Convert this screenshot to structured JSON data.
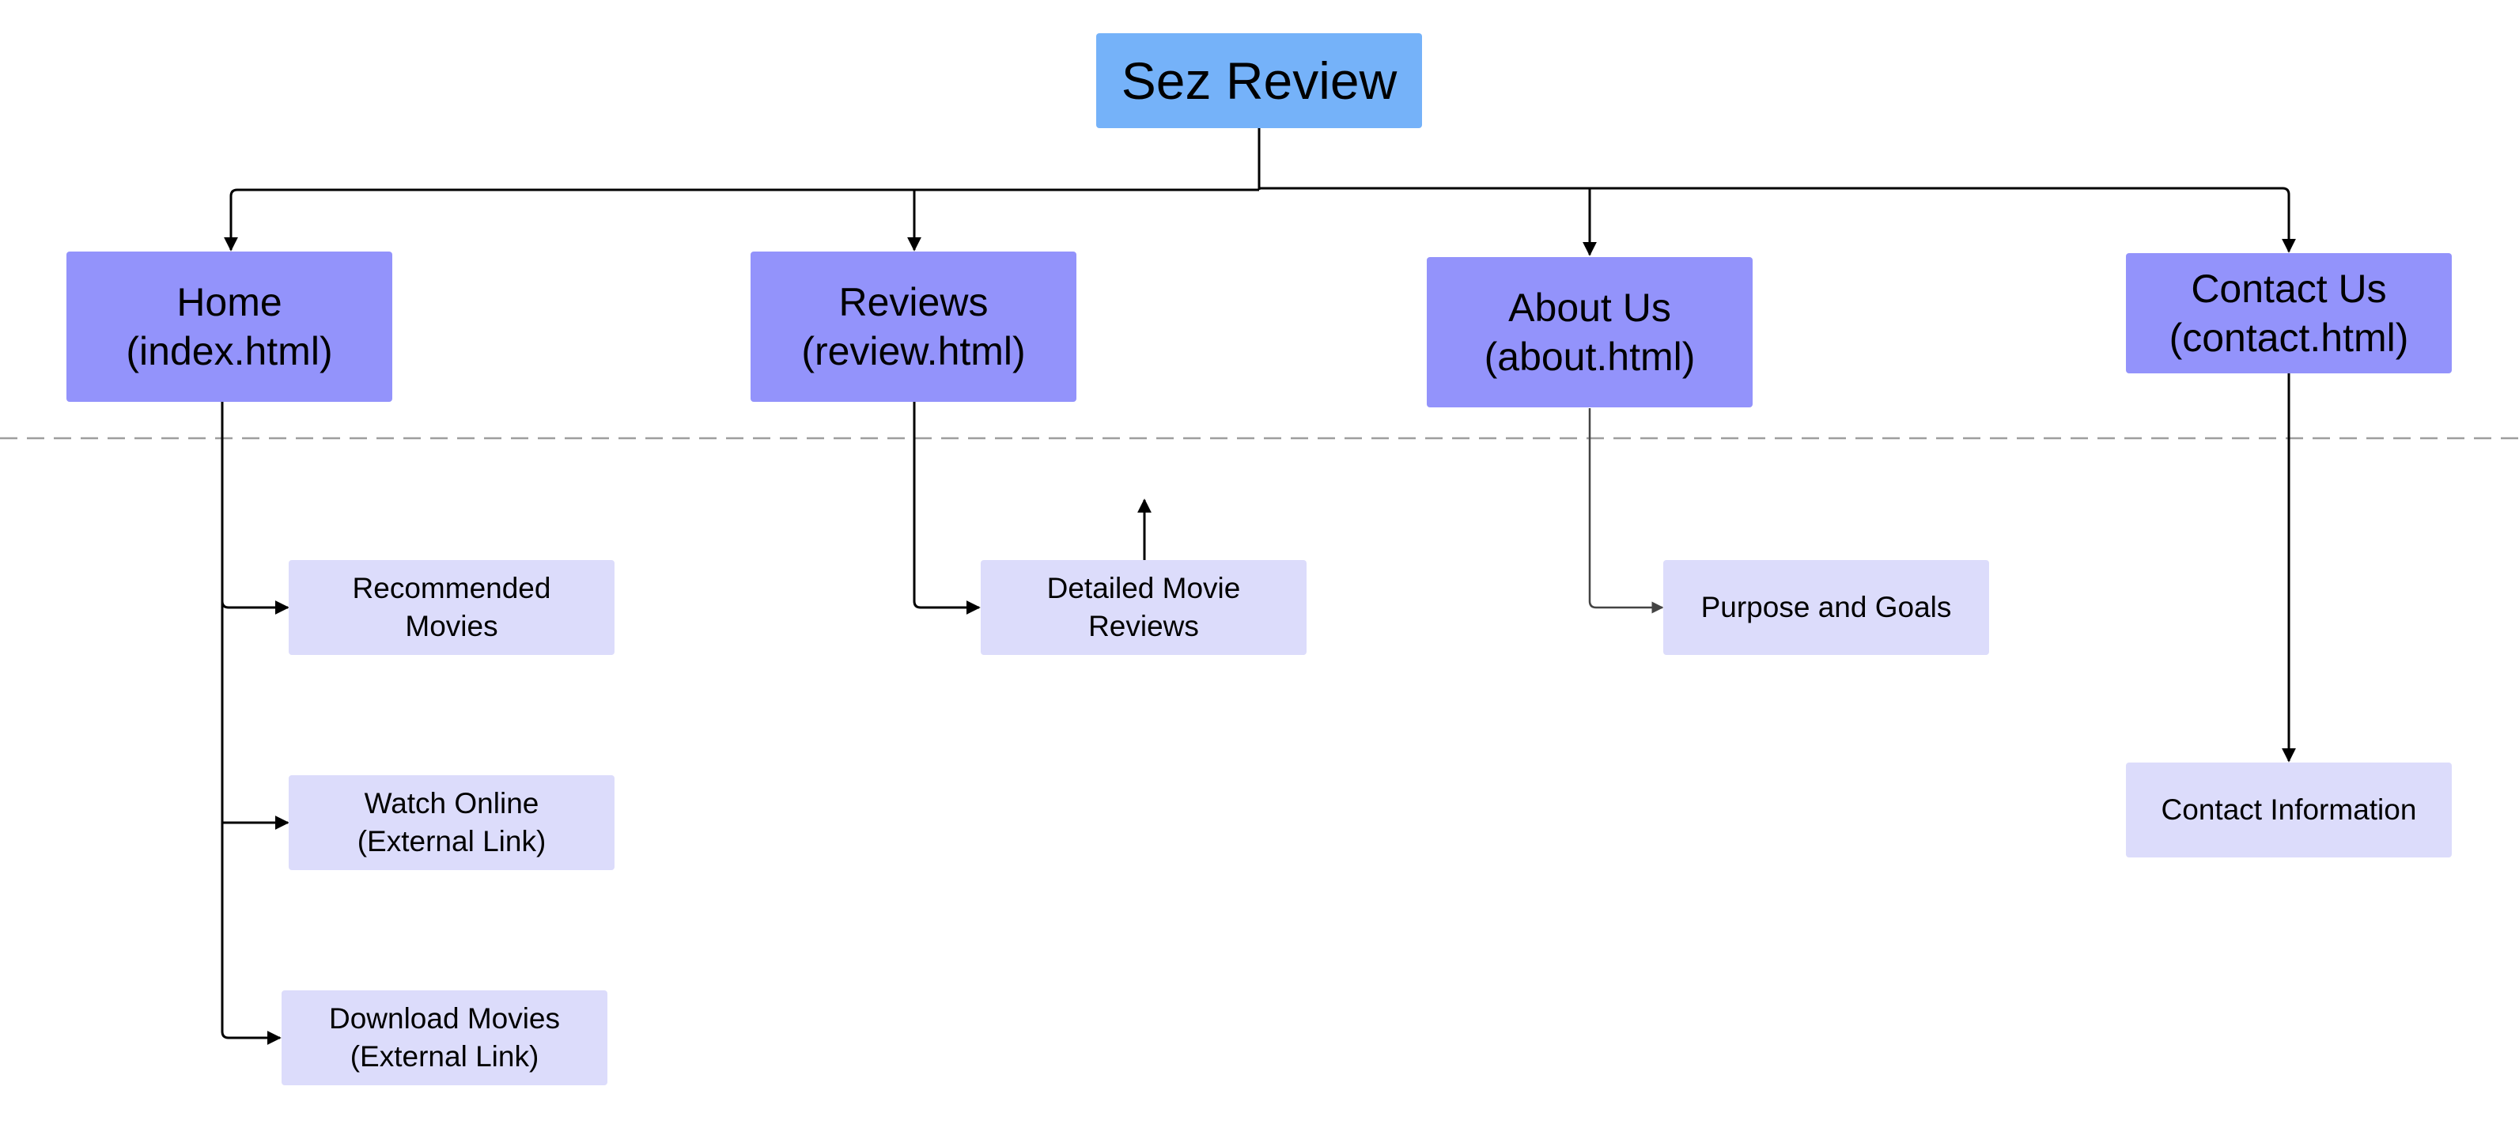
{
  "colors": {
    "root_fill": "#75b2f9",
    "page_fill": "#9393fb",
    "section_fill": "#dcdcfb",
    "line": "#000000",
    "divider": "#9e9e9e"
  },
  "root": {
    "label": "Sez Review"
  },
  "pages": {
    "home": {
      "label": "Home\n(index.html)"
    },
    "reviews": {
      "label": "Reviews\n(review.html)"
    },
    "about": {
      "label": "About Us\n(about.html)"
    },
    "contact": {
      "label": "Contact Us\n(contact.html)"
    }
  },
  "sections": {
    "recommended": {
      "label": "Recommended\nMovies"
    },
    "watch_online": {
      "label": "Watch Online\n(External Link)"
    },
    "download": {
      "label": "Download Movies\n(External Link)"
    },
    "detailed_reviews": {
      "label": "Detailed Movie\nReviews"
    },
    "purpose": {
      "label": "Purpose and Goals"
    },
    "contact_info": {
      "label": "Contact Information"
    }
  }
}
